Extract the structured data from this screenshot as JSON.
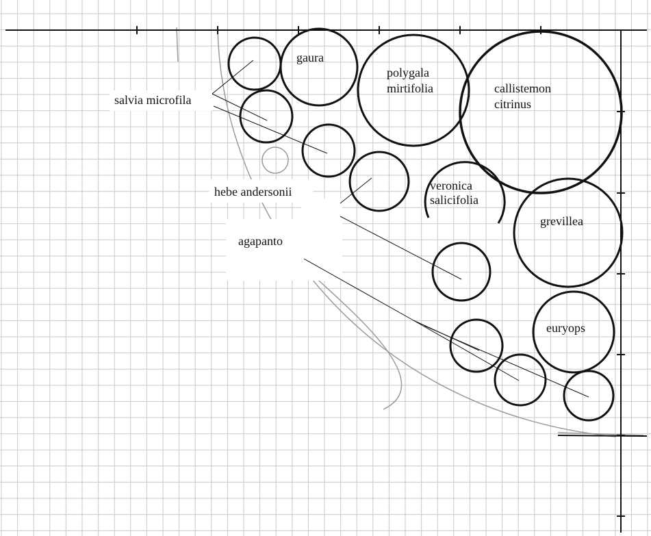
{
  "labels": {
    "salvia": "salvia microfila",
    "gaura": "gaura",
    "polygala": [
      "polygala",
      "mirtifolia"
    ],
    "callistemon": [
      "callistemon",
      "citrinus"
    ],
    "hebe": "hebe andersonii",
    "veronica": [
      "veronica",
      "salicifolia"
    ],
    "grevillea": "grevillea",
    "agapanto": "agapanto",
    "euryops": "euryops"
  },
  "colors": {
    "ink": "#111111",
    "grid": "#c9c9c9",
    "pencil": "#9a9a9a"
  }
}
